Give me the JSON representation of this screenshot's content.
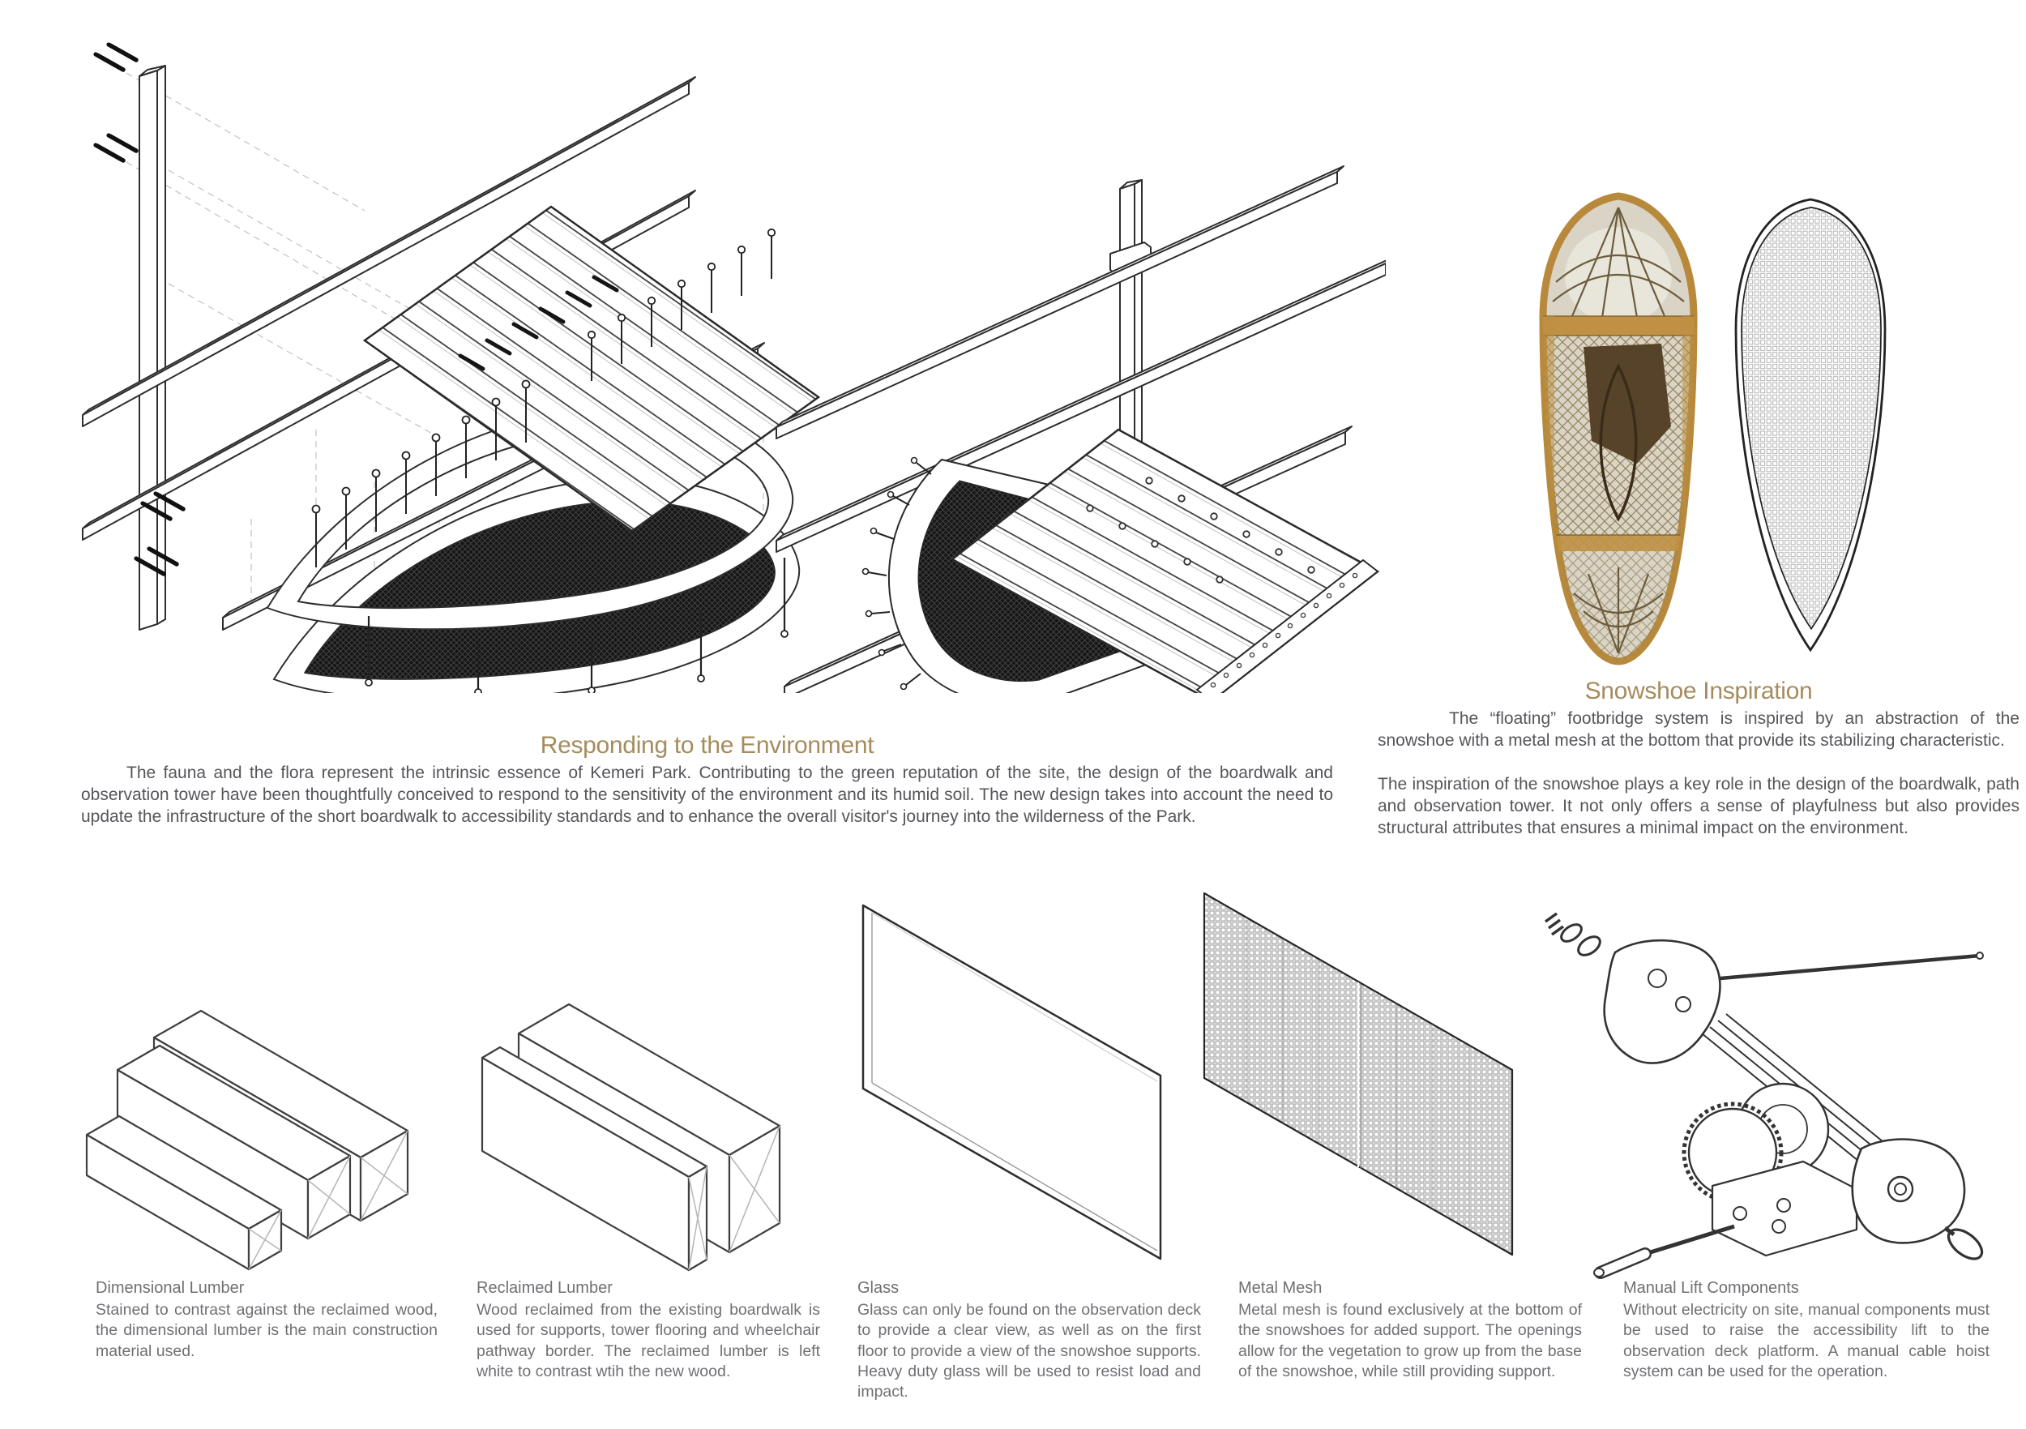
{
  "intro": {
    "heading": "Responding to the Environment",
    "body": "The fauna and the flora represent the intrinsic essence of Kemeri Park.  Contributing to the green reputation of the site, the design of the boardwalk and observation tower have been thoughtfully conceived to respond to the sensitivity of the environment and its humid soil. The new design takes into account the need to update the infrastructure of the short boardwalk to accessibility standards and to enhance the overall visitor's journey into the wilderness of the Park."
  },
  "inspiration": {
    "heading": "Snowshoe Inspiration",
    "para1": "The “floating” footbridge system is inspired by an abstraction of the snowshoe with a metal mesh at the bottom that provide its stabilizing characteristic.",
    "para2": "The inspiration of the snowshoe plays a key role in the design of the boardwalk, path and observation tower. It not only offers a sense of playfulness but also provides structural attributes that ensures a minimal impact on the environment."
  },
  "materials": [
    {
      "title": "Dimensional Lumber",
      "description": "Stained to contrast against the reclaimed wood, the dimensional lumber is the main construction material used."
    },
    {
      "title": "Reclaimed Lumber",
      "description": "Wood reclaimed from the existing boardwalk is used for supports, tower flooring and wheelchair pathway border. The reclaimed lumber is left white to contrast wtih the new wood."
    },
    {
      "title": "Glass",
      "description": "Glass can only be found on the observation deck to provide a clear view, as well as on the first floor to provide a view of the snowshoe supports. Heavy duty glass will be used to resist load and impact."
    },
    {
      "title": "Metal Mesh",
      "description": "Metal mesh is found exclusively at the bottom of the snowshoes for added support. The openings allow for the vegetation to grow up from the base of the snowshoe, while still providing support."
    },
    {
      "title": "Manual Lift Components",
      "description": "Without electricity on site, manual components must be used to raise the accessibility lift to the observation deck platform. A manual cable hoist system can be used for the operation."
    }
  ],
  "colors": {
    "accent_heading": "#a58c5e",
    "body_text": "#55565a",
    "caption_text": "#6f7074",
    "drawing_line": "#2e2e2e",
    "snowshoe_frame_gold": "#b8893b",
    "snowshoe_web_olive": "#95835a",
    "snowshoe_binding_brown": "#57422a",
    "mesh_dark": "#161616",
    "background": "#ffffff"
  }
}
